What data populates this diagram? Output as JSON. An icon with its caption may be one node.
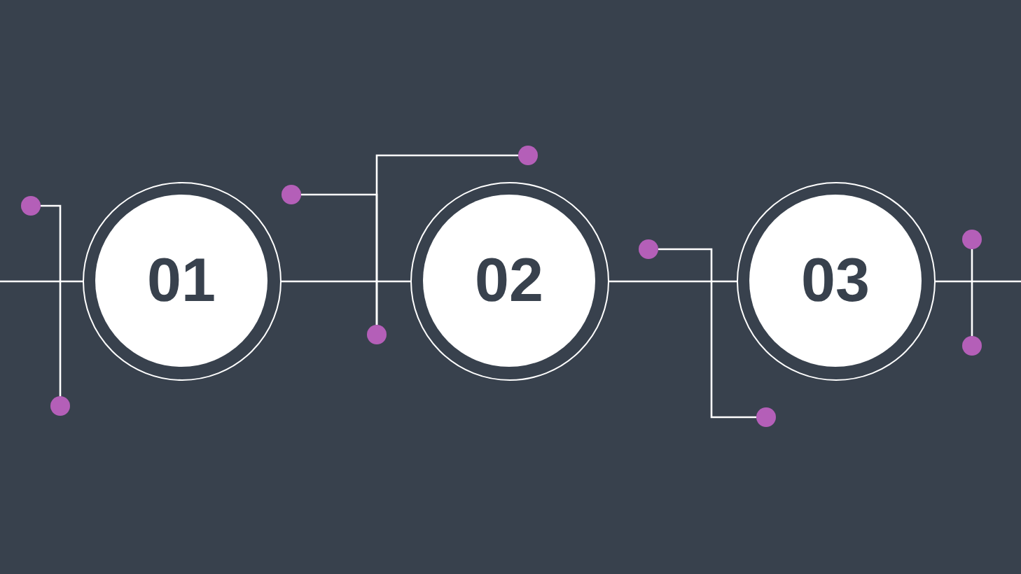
{
  "diagram": {
    "nodes": [
      {
        "text": [
          "01"
        ]
      },
      {
        "text": [
          "02"
        ]
      },
      {
        "text": [
          "03"
        ]
      },
      {
        "text": [],
        "shape": "circle"
      },
      {
        "text": [],
        "shape": "circle"
      },
      {
        "text": [],
        "shape": "circle"
      },
      {
        "text": [],
        "shape": "circle"
      },
      {
        "text": [],
        "shape": "circle"
      },
      {
        "text": [],
        "shape": "circle"
      },
      {
        "text": [],
        "shape": "circle"
      },
      {
        "text": [],
        "shape": "circle"
      },
      {
        "text": [],
        "shape": "circle"
      }
    ],
    "edges": [
      {
        "from": null,
        "to": 0,
        "arrow": "none"
      },
      {
        "from": 0,
        "to": 1,
        "arrow": "none"
      },
      {
        "from": 1,
        "to": 2,
        "arrow": "none"
      },
      {
        "from": 2,
        "to": null,
        "arrow": "none"
      },
      {
        "from": 3,
        "to": 4,
        "arrow": "none"
      },
      {
        "from": 5,
        "to": 6,
        "arrow": "none"
      },
      {
        "from": 7,
        "to": 6,
        "arrow": "none"
      },
      {
        "from": 8,
        "to": 9,
        "arrow": "none"
      },
      {
        "from": 10,
        "to": 11,
        "arrow": "none"
      }
    ]
  }
}
